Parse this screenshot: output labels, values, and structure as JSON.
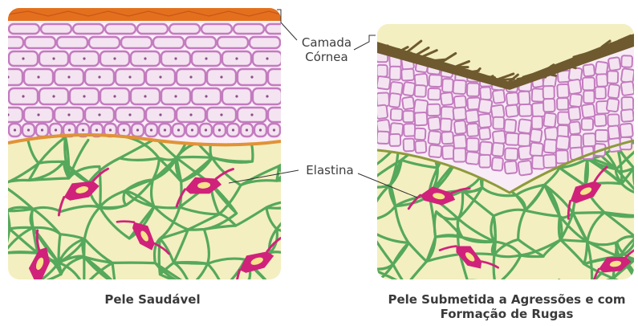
{
  "labels": {
    "camada_line1": "Camada",
    "camada_line2": "Córnea",
    "elastina": "Elastina"
  },
  "captions": {
    "left": "Pele Saudável",
    "right_line1": "Pele Submetida a Agressões e com",
    "right_line2": "Formação de Rugas"
  },
  "colors": {
    "dermis": "#f3efc0",
    "fiber": "#55a85c",
    "elastin_cell": "#d0227a",
    "epidermis_cell": "#c37bbf",
    "cell_fill": "#f4e4f1",
    "stratum_corneum": "#e4701e",
    "damaged_corneum": "#6e5a2e",
    "basal_line": "#e09336",
    "text": "#3d3d3d"
  }
}
